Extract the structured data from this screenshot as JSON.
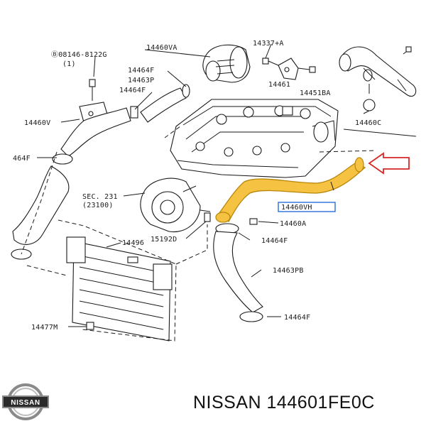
{
  "colors": {
    "highlight": "#f5c242",
    "highlight_outline": "#b8860b",
    "arrow": "#d62828",
    "label_box": "#2a6fdb",
    "ink": "#1a1a1a"
  },
  "labels": {
    "bolt_note": "Ⓑ08146-8122G",
    "bolt_note_qty": "(1)",
    "l_14460VA": "14460VA",
    "l_14337A": "14337+A",
    "l_14464F_top": "14464F",
    "l_14463P": "14463P",
    "l_14464F_mid": "14464F",
    "l_14461": "14461",
    "l_14451BA": "14451BA",
    "l_14460V": "14460V",
    "l_14460C": "14460C",
    "l_464F": "464F",
    "l_sec": "SEC. 231",
    "l_sec_sub": "(23100)",
    "l_144601H": "14460VH",
    "l_14460A": "14460A",
    "l_15192D": "15192D",
    "l_14496": "14496",
    "l_14464F_low": "14464F",
    "l_14463PB": "14463PB",
    "l_14464F_bottom": "14464F",
    "l_14477M": "14477M"
  },
  "logo": {
    "brand_text": "NISSAN"
  },
  "caption": {
    "text": "NISSAN 144601FE0C"
  }
}
